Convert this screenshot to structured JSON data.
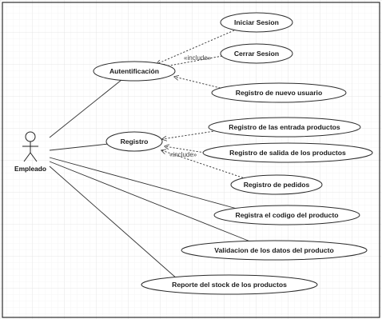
{
  "actor": {
    "name": "Empleado"
  },
  "use_cases": {
    "autentificacion": "Autentificación",
    "registro": "Registro",
    "iniciar_sesion": "Iniciar Sesion",
    "cerrar_sesion": "Cerrar Sesion",
    "registro_nuevo_usuario": "Registro de nuevo usuario",
    "registro_entrada_productos": "Registro de las entrada productos",
    "registro_salida_productos": "Registro de salida de los productos",
    "registro_pedidos": "Registro de pedidos",
    "registra_codigo": "Registra el codigo del producto",
    "validacion_datos": "Validacion de los datos del producto",
    "reporte_stock": "Reporte del stock de los productos"
  },
  "stereotypes": {
    "include_auth": "«include»",
    "include_registro": "«include»"
  }
}
